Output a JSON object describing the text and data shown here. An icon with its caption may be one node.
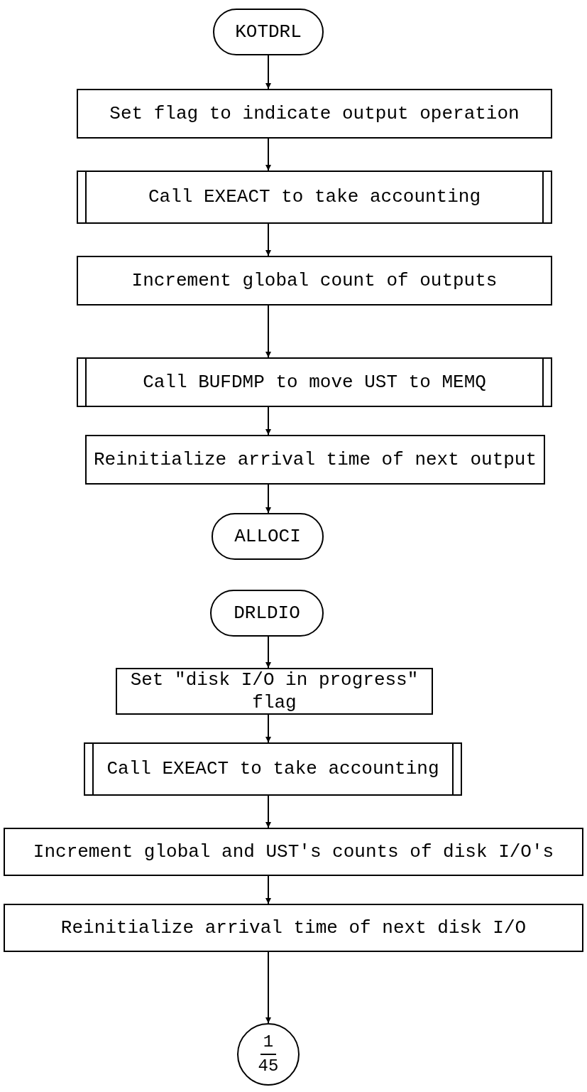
{
  "diagram": {
    "nodes": [
      {
        "text": [
          "KOTDRL"
        ]
      },
      {
        "text": [
          "Set flag to indicate output operation"
        ]
      },
      {
        "text": [
          "Call EXEACT to take accounting"
        ]
      },
      {
        "text": [
          "Increment global count of outputs"
        ]
      },
      {
        "text": [
          "Call BUFDMP to move UST to MEMQ"
        ]
      },
      {
        "text": [
          "Reinitialize arrival time of next output"
        ]
      },
      {
        "text": [
          "ALLOCI"
        ]
      },
      {
        "text": [
          "DRLDIO"
        ]
      },
      {
        "text": [
          "Set \"disk I/O in progress\" flag"
        ]
      },
      {
        "text": [
          "Call EXEACT to take accounting"
        ]
      },
      {
        "text": [
          "Increment global and UST's counts of disk I/O's"
        ]
      },
      {
        "text": [
          "Reinitialize arrival time of next disk I/O"
        ]
      },
      {
        "text": [
          "1",
          "45"
        ]
      }
    ],
    "edges": [
      {
        "from": 0,
        "to": 1,
        "arrow": "to"
      },
      {
        "from": 1,
        "to": 2,
        "arrow": "to"
      },
      {
        "from": 2,
        "to": 3,
        "arrow": "to"
      },
      {
        "from": 3,
        "to": 4,
        "arrow": "to"
      },
      {
        "from": 4,
        "to": 5,
        "arrow": "to"
      },
      {
        "from": 5,
        "to": 6,
        "arrow": "to"
      },
      {
        "from": 7,
        "to": 8,
        "arrow": "to"
      },
      {
        "from": 8,
        "to": 9,
        "arrow": "to"
      },
      {
        "from": 9,
        "to": 10,
        "arrow": "to"
      },
      {
        "from": 10,
        "to": 11,
        "arrow": "to"
      },
      {
        "from": 11,
        "to": 12,
        "arrow": "to"
      }
    ]
  }
}
